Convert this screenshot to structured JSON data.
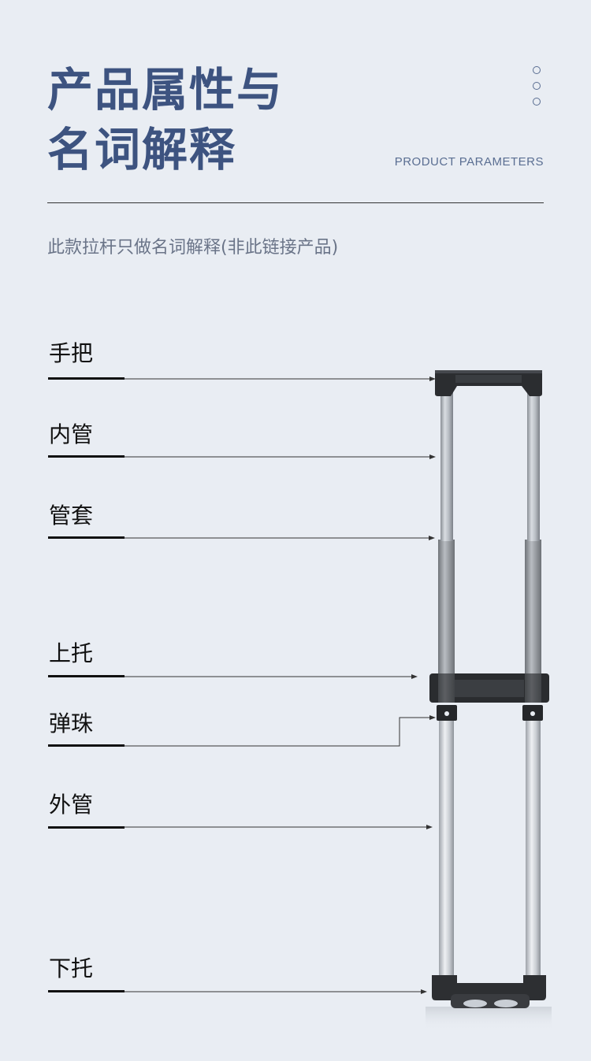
{
  "header": {
    "title_line1": "产品属性与",
    "title_line2": "名词解释",
    "subtitle_en": "PRODUCT PARAMETERS"
  },
  "note": "此款拉杆只做名词解释(非此链接产品)",
  "parts": [
    {
      "id": "handle",
      "label": "手把"
    },
    {
      "id": "inner-tube",
      "label": "内管"
    },
    {
      "id": "tube-sleeve",
      "label": "管套"
    },
    {
      "id": "upper-bracket",
      "label": "上托"
    },
    {
      "id": "spring-ball",
      "label": "弹珠"
    },
    {
      "id": "outer-tube",
      "label": "外管"
    },
    {
      "id": "lower-bracket",
      "label": "下托"
    }
  ],
  "colors": {
    "title": "#3d5380",
    "background": "#e9edf3",
    "accent_text": "#5a6e92"
  }
}
